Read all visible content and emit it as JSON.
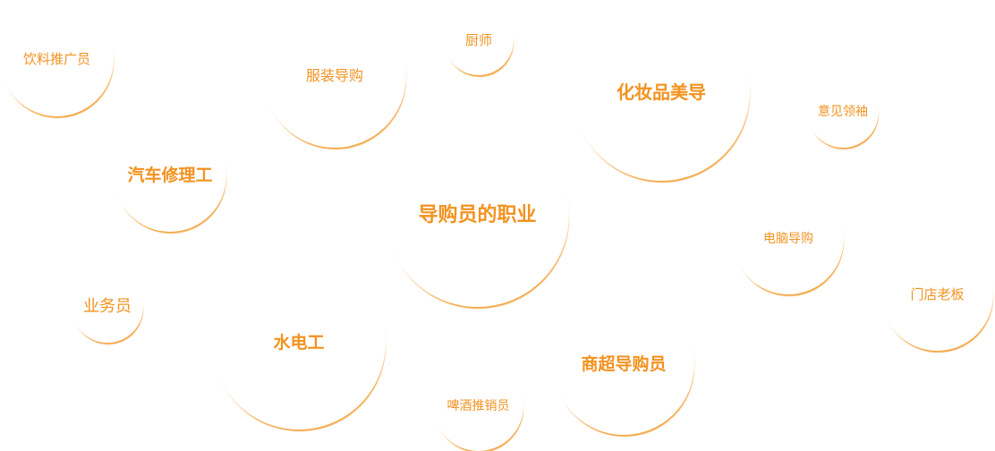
{
  "diagram": {
    "center": "导购员的职业",
    "bubbles": {
      "drinks_promoter": "饮料推广员",
      "clothing_guide": "服装导购",
      "chef": "厨师",
      "cosmetics_guide": "化妆品美导",
      "opinion_leader": "意见领袖",
      "auto_mechanic": "汽车修理工",
      "computer_guide": "电脑导购",
      "salesperson": "业务员",
      "store_owner": "门店老板",
      "plumber_electrician": "水电工",
      "supermarket_guide": "商超导购员",
      "beer_promoter": "啤酒推销员"
    }
  },
  "colors": {
    "accent": "#f2921f",
    "ring": "#f4a94a",
    "background": "#ffffff"
  }
}
